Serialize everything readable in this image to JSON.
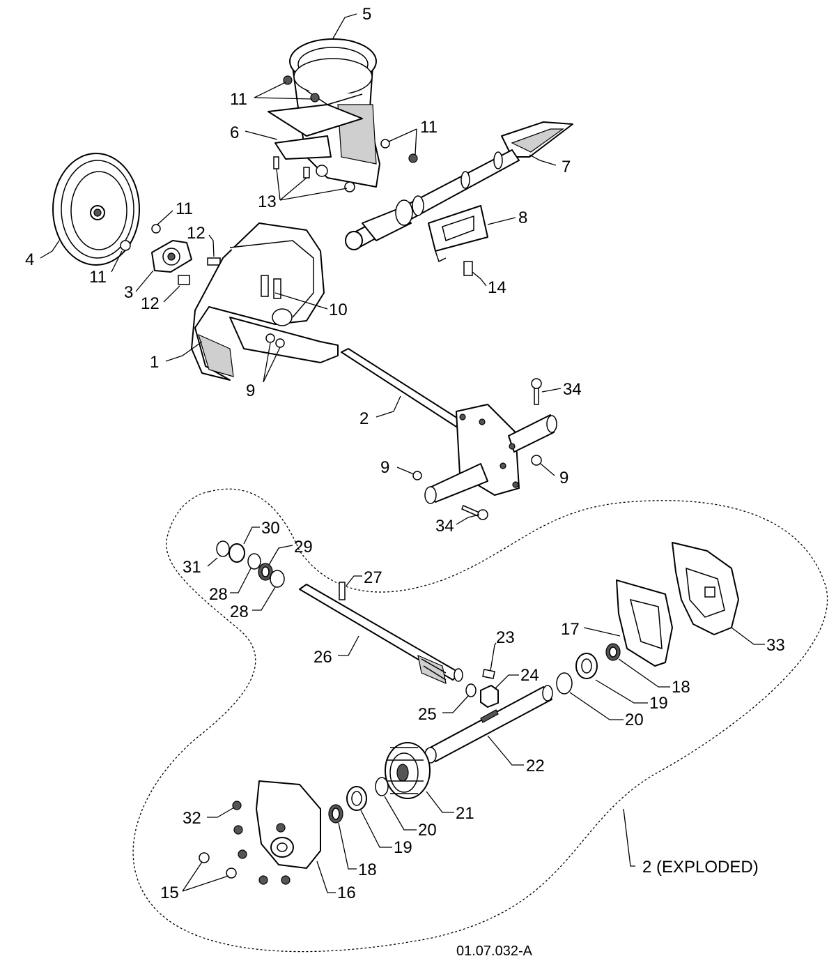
{
  "diagram": {
    "drawing_code": "01.07.032-A",
    "callouts": [
      {
        "id": "c5",
        "label": "5"
      },
      {
        "id": "c11a",
        "label": "11"
      },
      {
        "id": "c6",
        "label": "6"
      },
      {
        "id": "c11b",
        "label": "11"
      },
      {
        "id": "c7",
        "label": "7"
      },
      {
        "id": "c13",
        "label": "13"
      },
      {
        "id": "c11c",
        "label": "11"
      },
      {
        "id": "c12a",
        "label": "12"
      },
      {
        "id": "c4",
        "label": "4"
      },
      {
        "id": "c11d",
        "label": "11"
      },
      {
        "id": "c3",
        "label": "3"
      },
      {
        "id": "c12b",
        "label": "12"
      },
      {
        "id": "c8",
        "label": "8"
      },
      {
        "id": "c14",
        "label": "14"
      },
      {
        "id": "c10",
        "label": "10"
      },
      {
        "id": "c1",
        "label": "1"
      },
      {
        "id": "c9a",
        "label": "9"
      },
      {
        "id": "c34a",
        "label": "34"
      },
      {
        "id": "c2",
        "label": "2"
      },
      {
        "id": "c9b",
        "label": "9"
      },
      {
        "id": "c9c",
        "label": "9"
      },
      {
        "id": "c34b",
        "label": "34"
      },
      {
        "id": "c30",
        "label": "30"
      },
      {
        "id": "c29",
        "label": "29"
      },
      {
        "id": "c31",
        "label": "31"
      },
      {
        "id": "c27",
        "label": "27"
      },
      {
        "id": "c28a",
        "label": "28"
      },
      {
        "id": "c28b",
        "label": "28"
      },
      {
        "id": "c17",
        "label": "17"
      },
      {
        "id": "c33",
        "label": "33"
      },
      {
        "id": "c23",
        "label": "23"
      },
      {
        "id": "c26",
        "label": "26"
      },
      {
        "id": "c24",
        "label": "24"
      },
      {
        "id": "c18a",
        "label": "18"
      },
      {
        "id": "c19a",
        "label": "19"
      },
      {
        "id": "c25",
        "label": "25"
      },
      {
        "id": "c20a",
        "label": "20"
      },
      {
        "id": "c22",
        "label": "22"
      },
      {
        "id": "c21",
        "label": "21"
      },
      {
        "id": "c32",
        "label": "32"
      },
      {
        "id": "c20b",
        "label": "20"
      },
      {
        "id": "c19b",
        "label": "19"
      },
      {
        "id": "c18b",
        "label": "18"
      },
      {
        "id": "c2e",
        "label": "2 (EXPLODED)"
      },
      {
        "id": "c15",
        "label": "15"
      },
      {
        "id": "c16",
        "label": "16"
      }
    ]
  }
}
